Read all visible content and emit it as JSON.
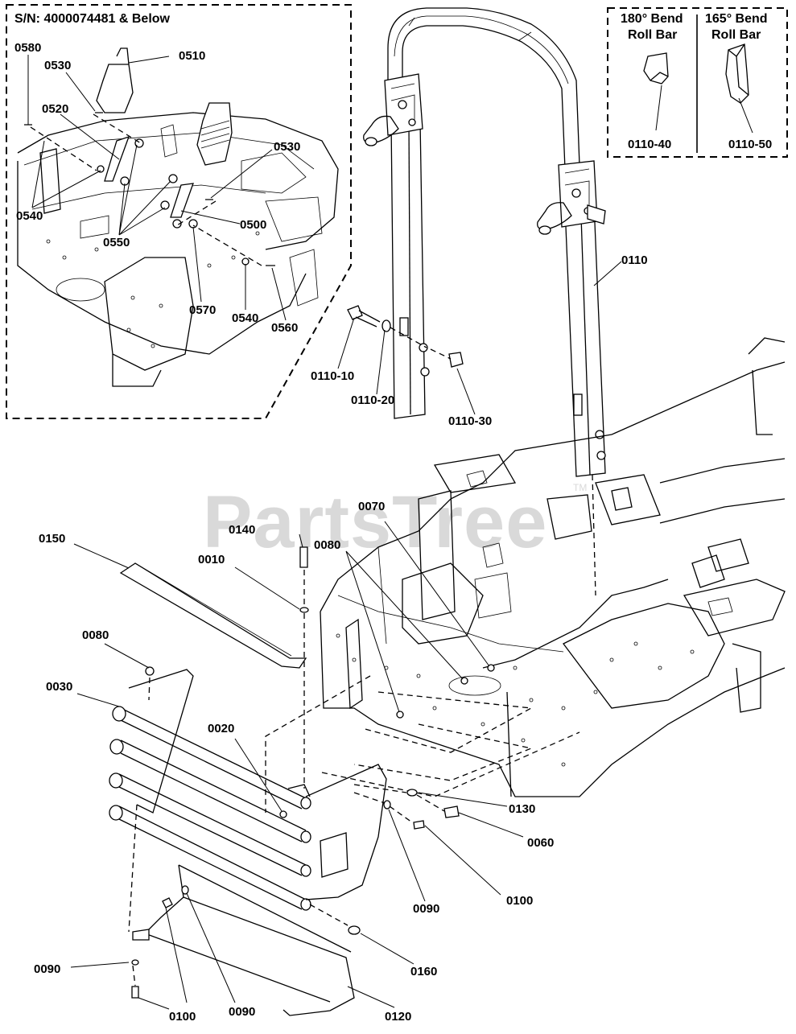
{
  "inset": {
    "title": "S/N: 4000074481 & Below",
    "labels": [
      "0580",
      "0530",
      "0510",
      "0520",
      "0530",
      "0540",
      "0550",
      "0500",
      "0570",
      "0540",
      "0560"
    ]
  },
  "rollbar_box": {
    "left_title_line1": "180° Bend",
    "left_title_line2": "Roll Bar",
    "right_title_line1": "165° Bend",
    "right_title_line2": "Roll Bar",
    "left_part": "0110-40",
    "right_part": "0110-50"
  },
  "labels": {
    "l0110": "0110",
    "l0110_10": "0110-10",
    "l0110_20": "0110-20",
    "l0110_30": "0110-30",
    "l0150": "0150",
    "l0140": "0140",
    "l0010": "0010",
    "l0070": "0070",
    "l0080a": "0080",
    "l0080b": "0080",
    "l0030": "0030",
    "l0020": "0020",
    "l0130": "0130",
    "l0060": "0060",
    "l0090a": "0090",
    "l0100a": "0100",
    "l0160": "0160",
    "l0090b": "0090",
    "l0100b": "0100",
    "l0090c": "0090",
    "l0120": "0120"
  },
  "watermark": {
    "text": "PartsTree",
    "tm": "TM"
  }
}
